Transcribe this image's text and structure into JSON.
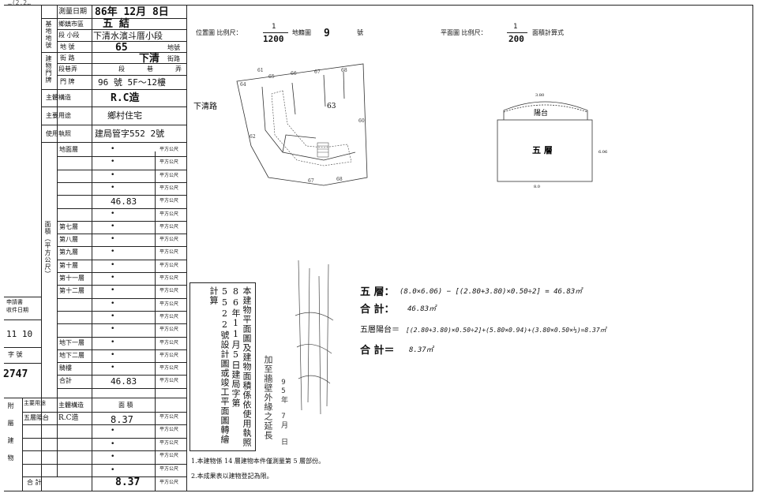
{
  "top_partial": "…(2.2…",
  "left": {
    "survey_date_label": "測量日期",
    "survey_date": "86年 12月 8日",
    "base_label": "基地地號",
    "district_label": "鄉鎮市區",
    "district": "五 結",
    "section_label": "段 小段",
    "section": "下清水濱斗厝小段",
    "lot_label": "地 號",
    "lot": "65",
    "lot_suffix": "地號",
    "bldg_addr_label": "建物門牌",
    "street_label": "街 路",
    "street": "下清",
    "street_suffix": "街路",
    "lane_label": "段巷弄",
    "lane_a": "段",
    "lane_b": "巷",
    "lane_c": "弄",
    "door_label": "門 牌",
    "door": "96 號 5F〜12樓",
    "structure_label": "主體構造",
    "structure": "R.C造",
    "use_label": "主要用途",
    "use": "鄉村住宅",
    "permit_label": "使用執照",
    "permit": "建局管字552 2號",
    "area_col_label": "面積（平方公尺）",
    "floors": [
      {
        "name": "地面層",
        "value": "•",
        "unit": "平方公尺"
      },
      {
        "name": "",
        "value": "•",
        "unit": "平方公尺"
      },
      {
        "name": "",
        "value": "•",
        "unit": "平方公尺"
      },
      {
        "name": "",
        "value": "•",
        "unit": "平方公尺"
      },
      {
        "name": "",
        "value": "46.83",
        "unit": "平方公尺"
      },
      {
        "name": "",
        "value": "•",
        "unit": "平方公尺"
      },
      {
        "name": "第七層",
        "value": "•",
        "unit": "平方公尺"
      },
      {
        "name": "第八層",
        "value": "•",
        "unit": "平方公尺"
      },
      {
        "name": "第九層",
        "value": "•",
        "unit": "平方公尺"
      },
      {
        "name": "第十層",
        "value": "•",
        "unit": "平方公尺"
      },
      {
        "name": "第十一層",
        "value": "•",
        "unit": "平方公尺"
      },
      {
        "name": "第十二層",
        "value": "•",
        "unit": "平方公尺"
      },
      {
        "name": "",
        "value": "•",
        "unit": "平方公尺"
      },
      {
        "name": "",
        "value": "•",
        "unit": "平方公尺"
      },
      {
        "name": "",
        "value": "•",
        "unit": "平方公尺"
      },
      {
        "name": "地下一層",
        "value": "•",
        "unit": "平方公尺"
      },
      {
        "name": "地下二層",
        "value": "•",
        "unit": "平方公尺"
      },
      {
        "name": "騎樓",
        "value": "•",
        "unit": "平方公尺"
      },
      {
        "name": "合計",
        "value": "46.83",
        "unit": "平方公尺"
      }
    ],
    "apply_label_1": "申請書",
    "apply_label_2": "收件日期",
    "apply_date": "11 10",
    "num_label": "字 號",
    "apply_no": "2747",
    "annex_label": "附屬建物",
    "annex_use_label": "主要用途",
    "annex_struct_label": "主體構造",
    "annex_area_label": "面 積",
    "annex_rows": [
      {
        "use": "五層陽台",
        "struct": "R.C造",
        "value": "8.37",
        "unit": "平方公尺"
      },
      {
        "use": "",
        "struct": "",
        "value": "•",
        "unit": "平方公尺"
      },
      {
        "use": "",
        "struct": "",
        "value": "•",
        "unit": "平方公尺"
      },
      {
        "use": "",
        "struct": "",
        "value": "•",
        "unit": "平方公尺"
      },
      {
        "use": "",
        "struct": "",
        "value": "•",
        "unit": "平方公尺"
      }
    ],
    "annex_total_label": "合 計",
    "annex_total": "8.37",
    "annex_total_unit": "平方公尺"
  },
  "header": {
    "location_label": "位置圖 比例尺：",
    "loc_scale_num": "1",
    "loc_scale_den": "1200",
    "cadastral_label": "地籍圖",
    "cadastral_no": "9",
    "no_label": "號",
    "plan_label": "平面圖 比例尺：",
    "plan_scale_num": "1",
    "plan_scale_den": "200",
    "area_calc_label": "面積計算式"
  },
  "location_map": {
    "road": "下清路",
    "parcel": "63",
    "labels": [
      "64",
      "65",
      "66",
      "67",
      "68",
      "61",
      "60",
      "62",
      "67",
      "68"
    ]
  },
  "plan": {
    "balcony": "陽台",
    "floor": "五 層",
    "dim_top": "3.80",
    "dim_bottom": "8.0",
    "dim_right": "6.06"
  },
  "calc": [
    {
      "label": "五 層：",
      "formula": "(8.0×6.06) − [(2.80+3.80)×0.50÷2] = 46.83㎡"
    },
    {
      "label": "合 計：",
      "formula": "46.83㎡"
    },
    {
      "label": "五層陽台＝",
      "formula": "[(2.80+3.80)×0.50÷2]+(5.80×0.94)+(3.80×0.50×⅓)=8.37㎡"
    },
    {
      "label": "合 計＝",
      "formula": "8.37㎡"
    }
  ],
  "statement": "本建物平面圖及建物面積係依使用執照86年11月5日建局字第5522號設計圖或竣工平面圖轉繪計算",
  "stamp_lines": [
    "加至牆壁外緣之延長",
    "95年 7月 日"
  ],
  "notes": [
    "1.本建物係 14 層建物本件僅測量第 5 層部份。",
    "2.本成果表以建物登記為限。"
  ]
}
